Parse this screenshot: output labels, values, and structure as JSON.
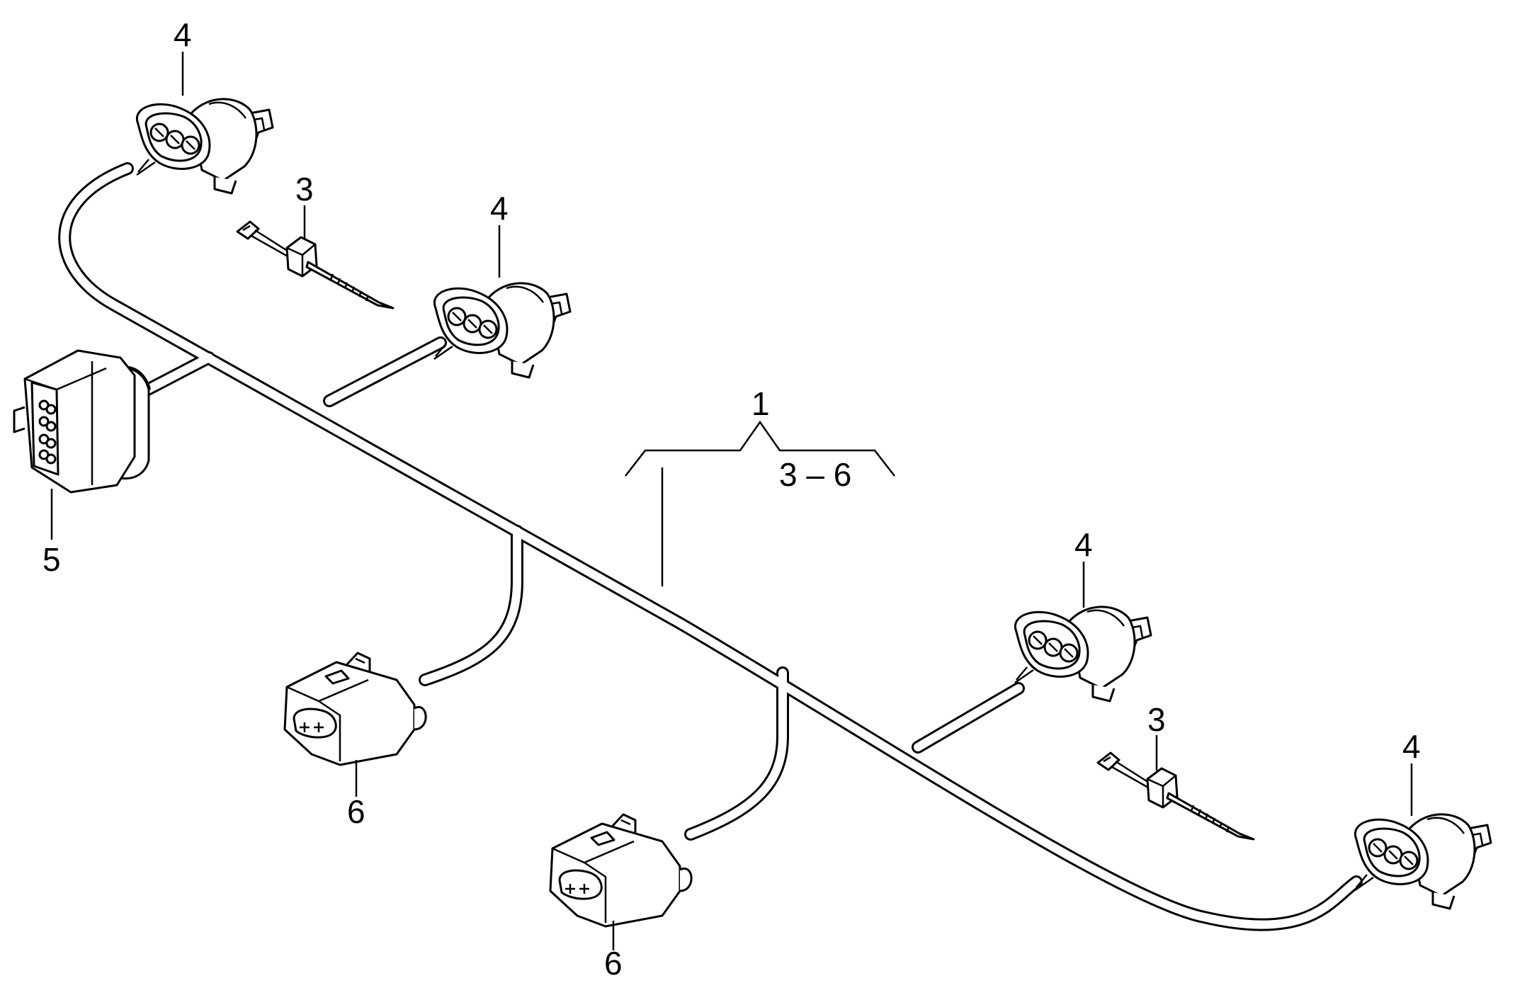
{
  "callouts": {
    "assembly": "1",
    "assembly_range": "3 – 6",
    "tie_upper": "3",
    "tie_lower": "3",
    "conn_a": "4",
    "conn_b": "4",
    "conn_c": "4",
    "conn_d": "4",
    "conn_main": "5",
    "plug_a": "6",
    "plug_b": "6"
  }
}
